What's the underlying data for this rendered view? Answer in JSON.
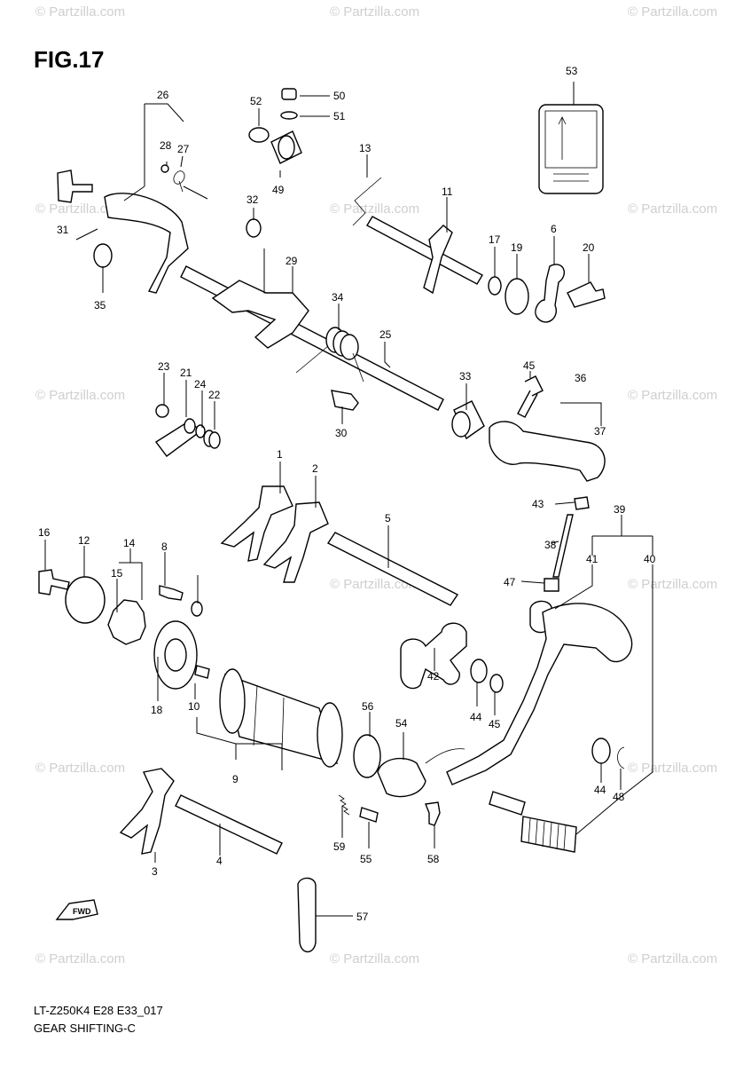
{
  "figure": {
    "title": "FIG.17",
    "model_code": "LT-Z250K4 E28 E33_017",
    "caption": "GEAR SHIFTING-C"
  },
  "watermark": {
    "text": "© Partzilla.com",
    "color": "#cfcfcf"
  },
  "fwd_label": "FWD",
  "callouts": [
    "1",
    "2",
    "3",
    "4",
    "5",
    "6",
    "8",
    "9",
    "10",
    "11",
    "12",
    "13",
    "14",
    "15",
    "16",
    "17",
    "18",
    "19",
    "20",
    "21",
    "22",
    "23",
    "24",
    "25",
    "26",
    "27",
    "28",
    "29",
    "30",
    "31",
    "32",
    "33",
    "34",
    "35",
    "36",
    "37",
    "38",
    "39",
    "40",
    "41",
    "42",
    "43",
    "44",
    "44",
    "45",
    "45",
    "47",
    "48",
    "49",
    "50",
    "51",
    "52",
    "53",
    "54",
    "55",
    "56",
    "57",
    "58",
    "59"
  ]
}
